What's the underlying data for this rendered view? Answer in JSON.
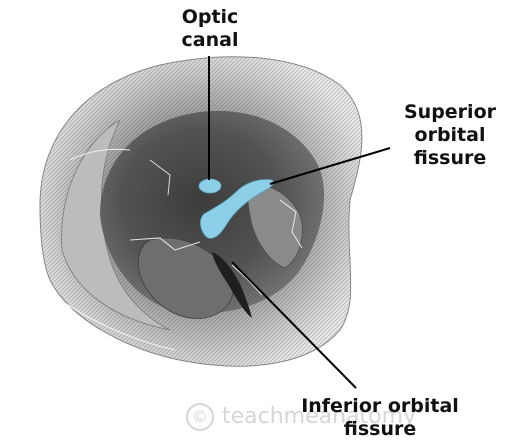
{
  "labels": {
    "optic_canal": [
      "Optic",
      "canal"
    ],
    "superior_orbital_fissure": [
      "Superior",
      "orbital",
      "fissure"
    ],
    "inferior_orbital_fissure": [
      "Inferior orbital",
      "fissure"
    ]
  },
  "watermark": {
    "symbol": "©",
    "text": "teachmeanatomy"
  },
  "colors": {
    "highlight": "#8ecfe8",
    "leader_line": "#000000",
    "bone_light": "#d4d4d4",
    "bone_dark": "#4a4a4a"
  },
  "icons": {
    "watermark": "copyright-icon"
  }
}
